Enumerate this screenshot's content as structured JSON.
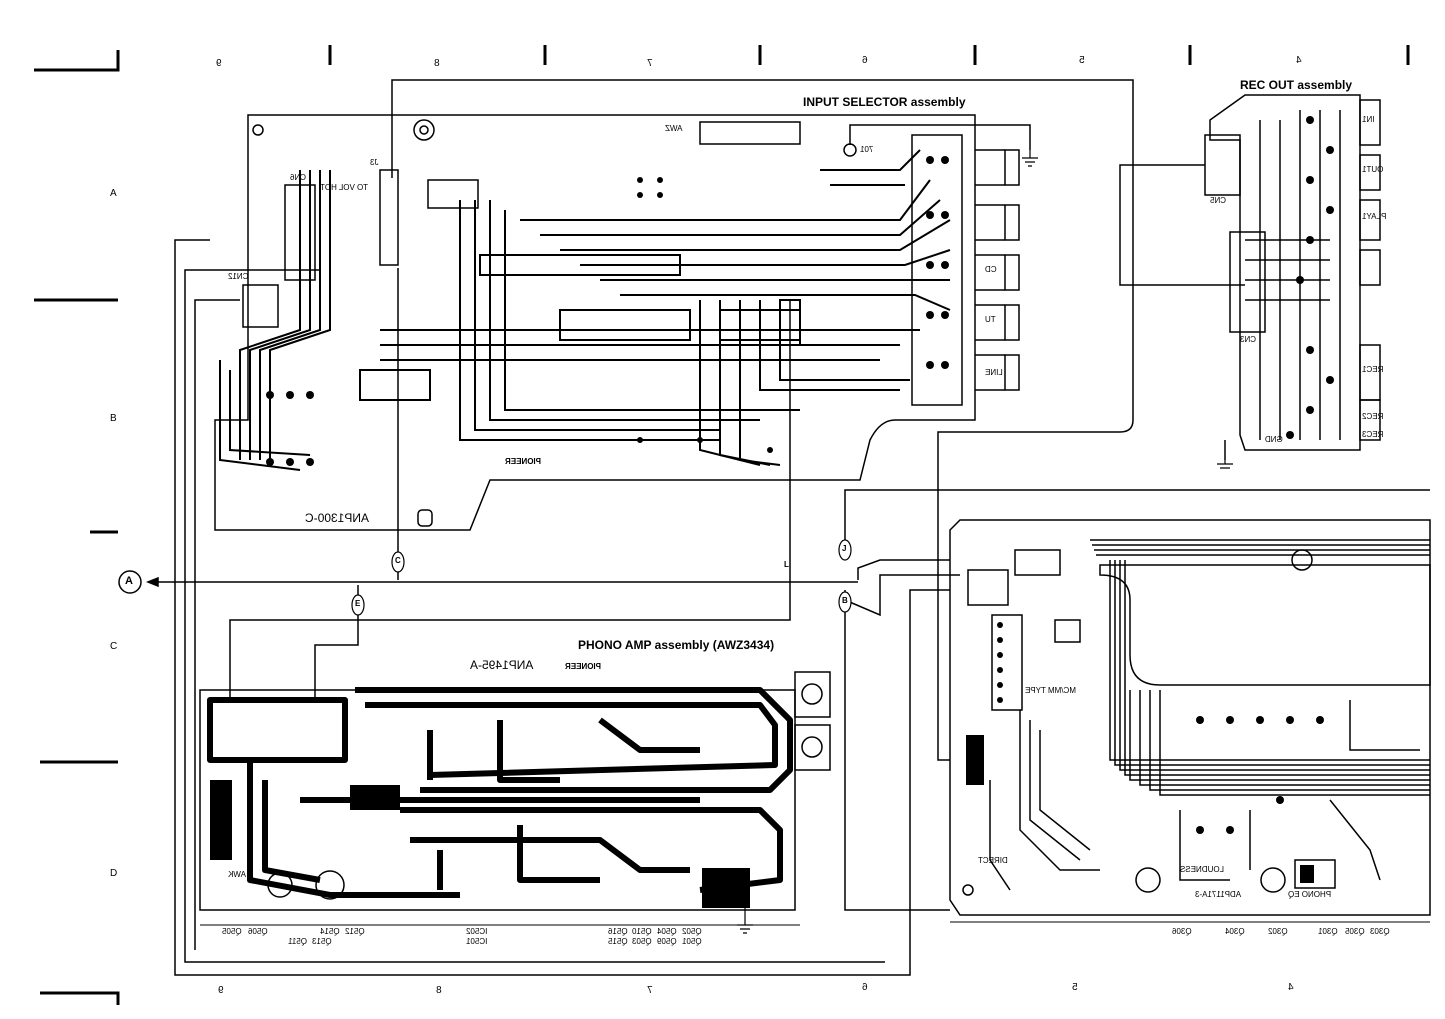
{
  "grid": {
    "top_columns": [
      "9",
      "8",
      "7",
      "6",
      "5",
      "4"
    ],
    "bottom_columns": [
      "9",
      "8",
      "7",
      "6",
      "5",
      "4"
    ],
    "rows": [
      "A",
      "B",
      "C",
      "D"
    ]
  },
  "off_page_connector": "A",
  "input_selector": {
    "title": "INPUT SELECTOR assembly",
    "part_number": "ANP1300-C",
    "brand": "PIONEER",
    "labels": [
      "CN6",
      "CN12",
      "J3",
      "AWZ",
      "701",
      "CD",
      "TU",
      "LINE",
      "TO VOL HOT"
    ]
  },
  "rec_out": {
    "title": "REC OUT assembly",
    "labels": [
      "CN5",
      "CN3",
      "REC1",
      "REC2",
      "REC3",
      "PLAY1",
      "OUT1",
      "IN1",
      "GND"
    ]
  },
  "phono_amp": {
    "title": "PHONO AMP assembly (AWZ3434)",
    "part_number": "ANP1495-A",
    "brand": "PIONEER",
    "corner_label": "AWK",
    "parts_row1": [
      "Q505",
      "Q506",
      "Q514",
      "Q512",
      "IC502",
      "Q516",
      "Q510",
      "Q504",
      "Q502"
    ],
    "parts_row2": [
      "Q511",
      "Q513",
      "IC501",
      "Q515",
      "Q503",
      "Q509",
      "Q501"
    ]
  },
  "main_board": {
    "labels": [
      "DIRECT",
      "LOUDNESS",
      "PHONO EQ",
      "MC/MM TYPE",
      "ADP1171A-3"
    ],
    "parts_row": [
      "Q306",
      "Q304",
      "Q302",
      "Q301",
      "Q305",
      "Q303"
    ]
  },
  "cable_tags": [
    "C",
    "J",
    "E",
    "B",
    "L"
  ]
}
